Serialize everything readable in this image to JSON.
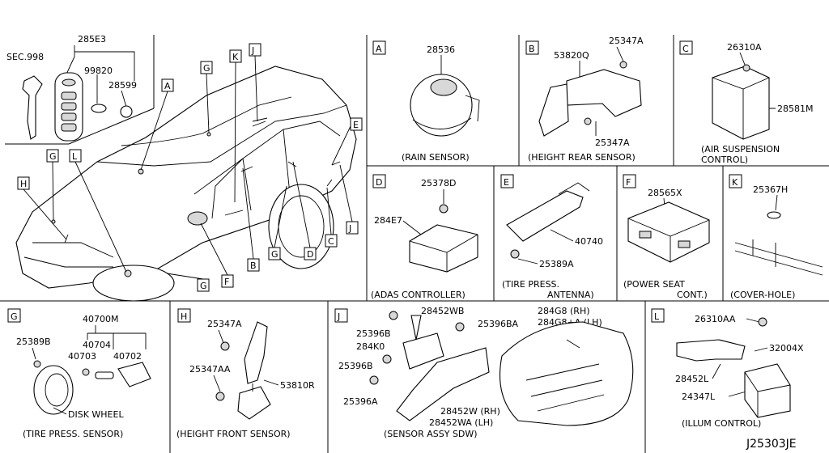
{
  "top_left": {
    "sec": "SEC.998",
    "p285e3": "285E3",
    "p99820": "99820",
    "p28599": "28599"
  },
  "vehicle_callouts": [
    "A",
    "G",
    "K",
    "J",
    "E",
    "G",
    "L",
    "H",
    "G",
    "B",
    "G",
    "D",
    "C",
    "J",
    "F",
    "G"
  ],
  "panels": {
    "A": {
      "letter": "A",
      "parts": [
        "28536"
      ],
      "caption": "(RAIN SENSOR)"
    },
    "B": {
      "letter": "B",
      "parts": [
        "53820Q",
        "25347A",
        "25347A"
      ],
      "caption": "(HEIGHT REAR SENSOR)"
    },
    "C": {
      "letter": "C",
      "parts": [
        "26310A",
        "28581M"
      ],
      "caption": "(AIR SUSPENSION",
      "caption2": "CONTROL)"
    },
    "D": {
      "letter": "D",
      "parts": [
        "25378D",
        "284E7"
      ],
      "caption": "(ADAS CONTROLLER)"
    },
    "E": {
      "letter": "E",
      "parts": [
        "40740",
        "25389A"
      ],
      "caption": "(TIRE PRESS.",
      "caption2": "ANTENNA)"
    },
    "F": {
      "letter": "F",
      "parts": [
        "28565X"
      ],
      "caption": "(POWER SEAT",
      "caption2": "CONT.)"
    },
    "K": {
      "letter": "K",
      "parts": [
        "25367H"
      ],
      "caption": "(COVER-HOLE)"
    },
    "G": {
      "letter": "G",
      "parts": [
        "40700M",
        "25389B",
        "40704",
        "40703",
        "40702",
        "DISK WHEEL"
      ],
      "caption": "(TIRE PRESS. SENSOR)"
    },
    "H": {
      "letter": "H",
      "parts": [
        "25347A",
        "25347AA",
        "53810R"
      ],
      "caption": "(HEIGHT FRONT SENSOR)"
    },
    "J": {
      "letter": "J",
      "parts": [
        "28452WB",
        "25396B",
        "25396BA",
        "284K0",
        "25396B",
        "25396A",
        "284G8 (RH)",
        "284G8+A (LH)",
        "28452W (RH)",
        "28452WA (LH)"
      ],
      "caption": "(SENSOR ASSY SDW)"
    },
    "L": {
      "letter": "L",
      "parts": [
        "26310AA",
        "32004X",
        "28452L",
        "24347L"
      ],
      "caption": "(ILLUM CONTROL)"
    }
  },
  "diagram_code": "J25303JE"
}
